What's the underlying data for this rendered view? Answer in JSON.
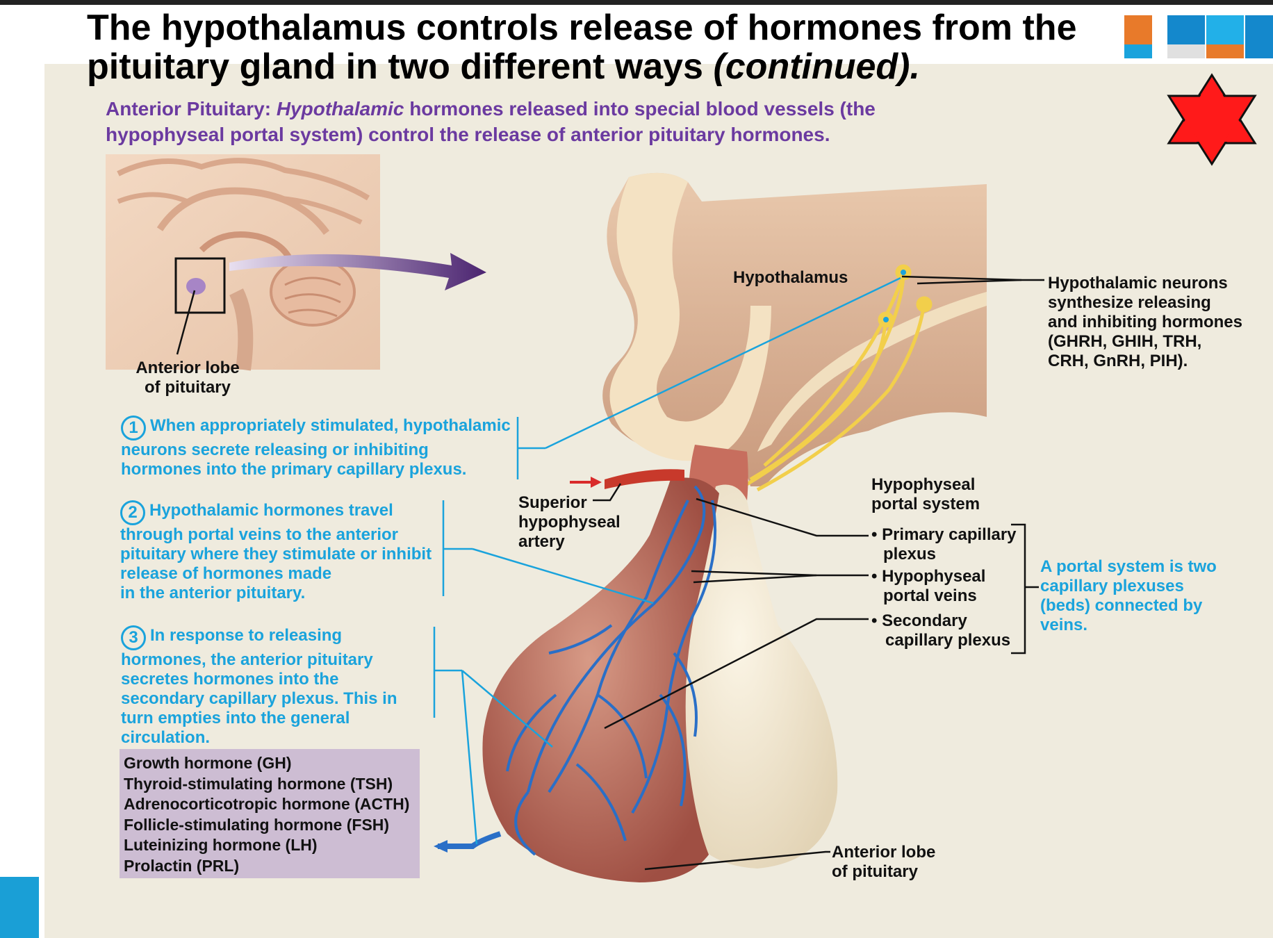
{
  "title": {
    "main": "The hypothalamus controls release of hormones from the pituitary gland in two different ways",
    "emph": "(continued)."
  },
  "subtitle": {
    "lead": "Anterior Pituitary:",
    "emph": "Hypothalamic",
    "rest": "hormones released into special blood vessels (the hypophyseal portal system) control the release of anterior pituitary hormones."
  },
  "labels": {
    "hypothalamus": "Hypothalamus",
    "anterior_lobe_inset": [
      "Anterior lobe",
      "of pituitary"
    ],
    "neurons_note": [
      "Hypothalamic neurons",
      "synthesize releasing",
      "and inhibiting hormones",
      "(GHRH, GHIH, TRH,",
      "CRH, GnRH, PIH)."
    ],
    "superior_artery": [
      "Superior",
      "hypophyseal",
      "artery"
    ],
    "portal_system_title": [
      "Hypophyseal",
      "portal system"
    ],
    "portal_parts": [
      [
        "• Primary capillary",
        "plexus"
      ],
      [
        "• Hypophyseal",
        "portal veins"
      ],
      [
        "• Secondary",
        "capillary plexus"
      ]
    ],
    "portal_note": [
      "A portal system is two",
      "capillary plexuses",
      "(beds) connected by",
      "veins."
    ],
    "anterior_lobe_main": [
      "Anterior lobe",
      "of pituitary"
    ]
  },
  "steps": [
    {
      "num": "1",
      "lines": [
        "When appropriately stimulated, hypothalamic",
        "neurons secrete releasing or inhibiting",
        "hormones into the primary capillary plexus."
      ]
    },
    {
      "num": "2",
      "lines": [
        "Hypothalamic hormones travel",
        "through portal veins to the anterior",
        "pituitary where they stimulate or inhibit",
        "release of hormones made",
        "in the anterior pituitary."
      ]
    },
    {
      "num": "3",
      "lines": [
        "In response to releasing",
        "hormones, the anterior pituitary",
        "secretes hormones into the",
        "secondary capillary plexus. This in",
        "turn empties into the general",
        "circulation."
      ]
    }
  ],
  "hormones": [
    "Growth hormone (GH)",
    "Thyroid-stimulating hormone (TSH)",
    "Adrenocorticotropic hormone (ACTH)",
    "Follicle-stimulating hormone (FSH)",
    "Luteinizing hormone (LH)",
    "Prolactin (PRL)"
  ],
  "colors": {
    "title_purple": "#6b3aa0",
    "step_blue": "#1aa3dc",
    "panel": "#efebde",
    "star": "#ff1a1a",
    "hormone_box": "#cdbdd3"
  },
  "icons": {
    "star": "six-pointed-star-icon"
  }
}
